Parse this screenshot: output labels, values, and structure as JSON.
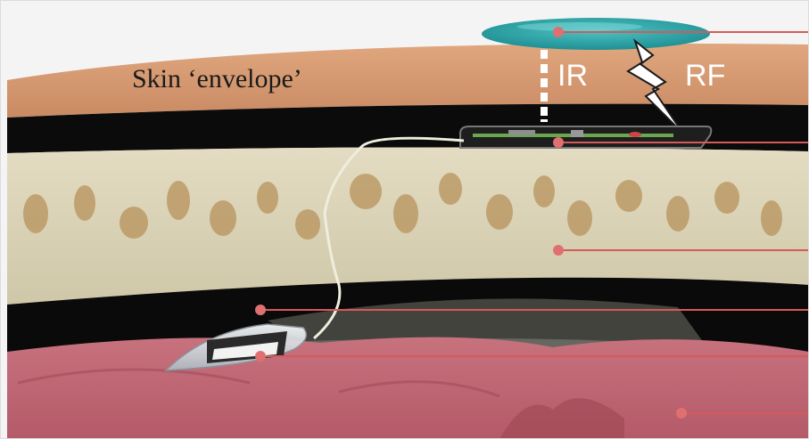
{
  "labels": {
    "skin": "Skin ‘envelope’",
    "ir": "IR",
    "rf": "RF"
  },
  "colors": {
    "skin": "#d79a72",
    "skin_dark": "#b77a55",
    "fat": "#0a0a0a",
    "bone": "#d9d2b8",
    "bone_spot": "#b6925c",
    "brain": "#cf7b86",
    "brain_dark": "#a8525f",
    "external_unit": "#2ea8ab",
    "callout_line": "#d55a5a",
    "callout_dot": "#e07070"
  },
  "icons": {
    "rf_link": "lightning-bolt-icon",
    "ir_link": "dashed-beam-icon"
  }
}
